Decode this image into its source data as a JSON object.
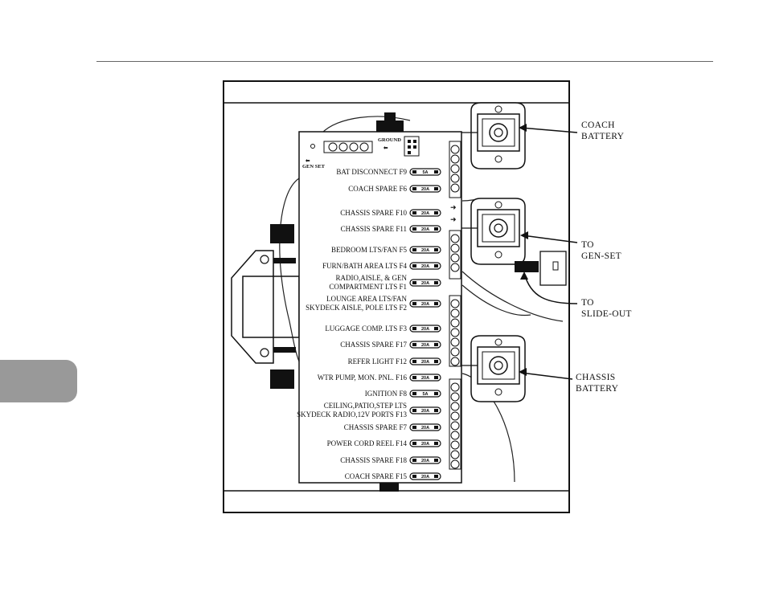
{
  "labels": {
    "ground": "GROUND",
    "gen_set_small": "GEN SET",
    "coach_battery": [
      "COACH",
      "BATTERY"
    ],
    "to_gen_set": [
      "TO",
      "GEN-SET"
    ],
    "to_slide_out": [
      "TO",
      "SLIDE-OUT"
    ],
    "chassis_battery": [
      "CHASSIS",
      "BATTERY"
    ]
  },
  "fuses": [
    {
      "lines": [
        "BAT DISCONNECT  F9"
      ],
      "rating": "5A"
    },
    {
      "lines": [
        "COACH SPARE  F6"
      ],
      "rating": "20A"
    },
    {
      "lines": [
        "CHASSIS SPARE  F10"
      ],
      "rating": "20A"
    },
    {
      "lines": [
        "CHASSIS SPARE  F11"
      ],
      "rating": "20A"
    },
    {
      "lines": [
        "BEDROOM LTS/FAN  F5"
      ],
      "rating": "20A"
    },
    {
      "lines": [
        "FURN/BATH AREA LTS  F4"
      ],
      "rating": "20A"
    },
    {
      "lines": [
        "RADIO,AISLE, & GEN",
        "COMPARTMENT LTS  F1"
      ],
      "rating": "20A"
    },
    {
      "lines": [
        "LOUNGE AREA LTS/FAN",
        "SKYDECK AISLE, POLE LTS  F2"
      ],
      "rating": "20A"
    },
    {
      "lines": [
        "LUGGAGE COMP. LTS  F3"
      ],
      "rating": "20A"
    },
    {
      "lines": [
        "CHASSIS SPARE  F17"
      ],
      "rating": "20A"
    },
    {
      "lines": [
        "REFER LIGHT  F12"
      ],
      "rating": "20A"
    },
    {
      "lines": [
        "WTR PUMP, MON. PNL.  F16"
      ],
      "rating": "20A"
    },
    {
      "lines": [
        "IGNITION  F8"
      ],
      "rating": "5A"
    },
    {
      "lines": [
        "CEILING,PATIO,STEP LTS",
        "SKYDECK RADIO,12V PORTS  F13"
      ],
      "rating": "20A"
    },
    {
      "lines": [
        "CHASSIS SPARE  F7"
      ],
      "rating": "20A"
    },
    {
      "lines": [
        "POWER CORD REEL  F14"
      ],
      "rating": "20A"
    },
    {
      "lines": [
        "CHASSIS SPARE  F18"
      ],
      "rating": "20A"
    },
    {
      "lines": [
        "COACH SPARE  F15"
      ],
      "rating": "20A"
    }
  ]
}
